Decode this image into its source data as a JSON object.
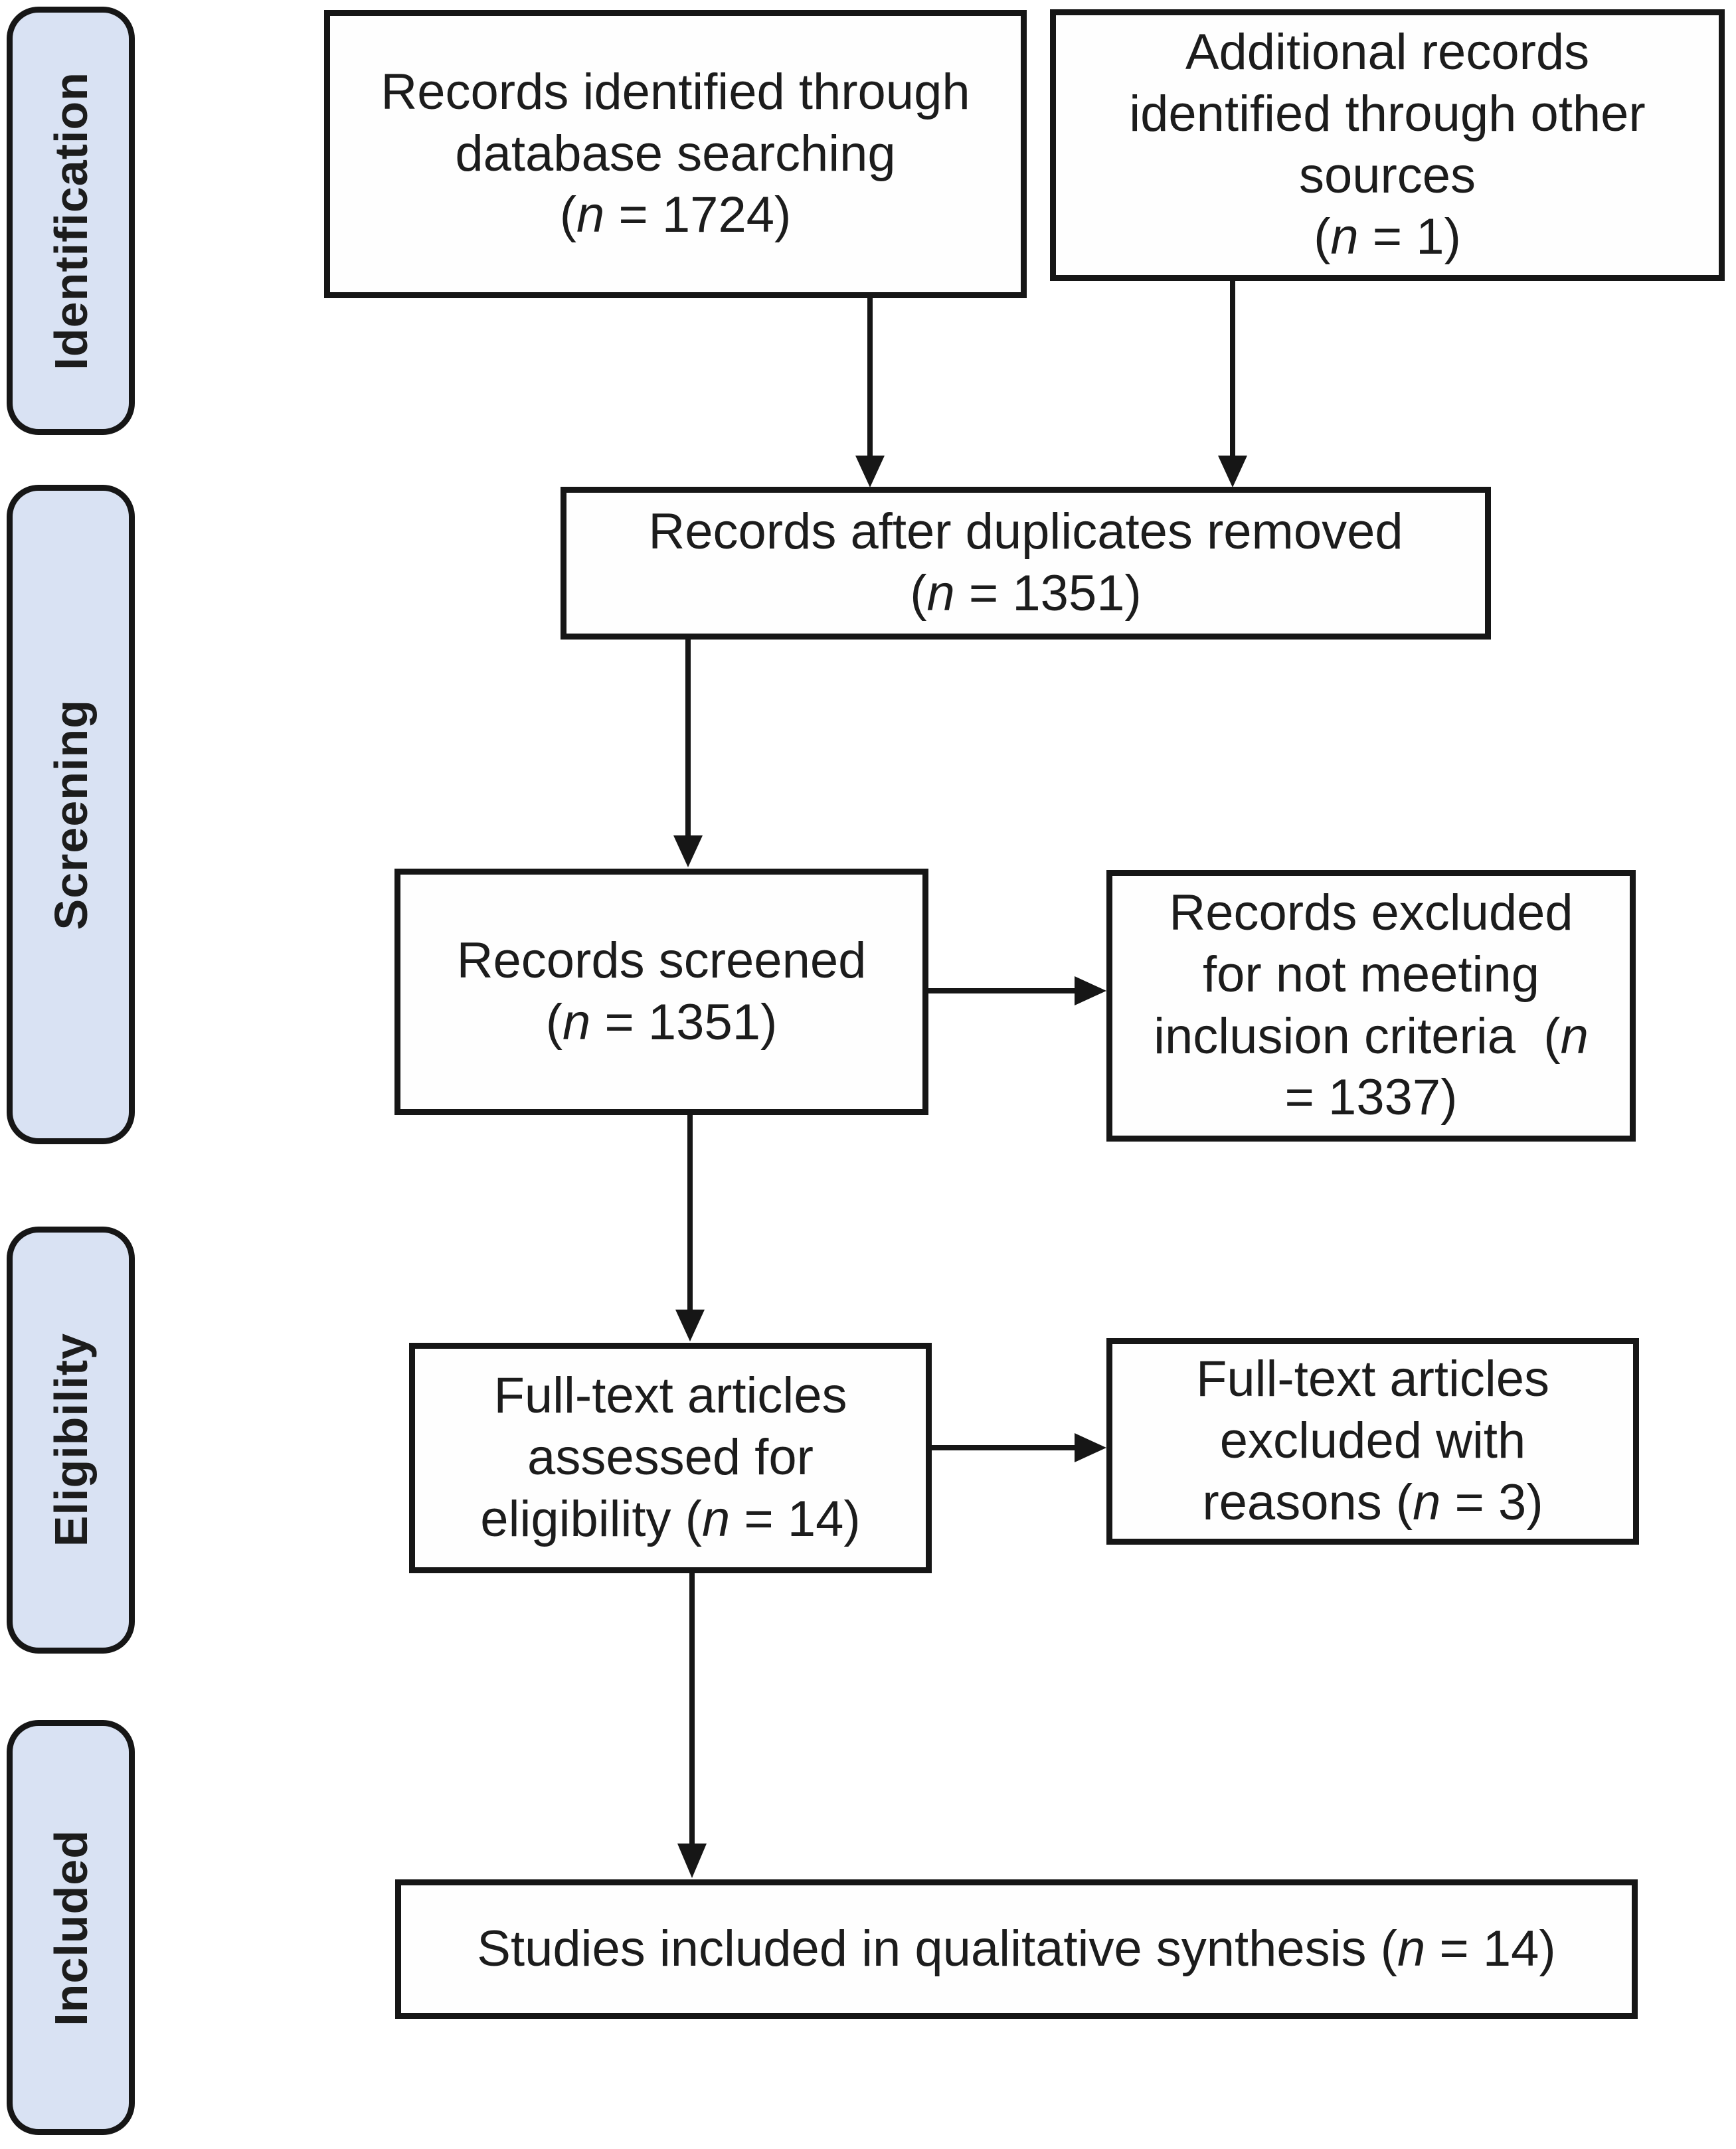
{
  "colors": {
    "stage_fill": "#d9e2f3",
    "line": "#161616",
    "text": "#1c1c1c",
    "box_fill": "#fefefe"
  },
  "stages": [
    {
      "label": "Identification"
    },
    {
      "label": "Screening"
    },
    {
      "label": "Eligibility"
    },
    {
      "label": "Included"
    }
  ],
  "boxes": [
    {
      "id": "records-identified",
      "lines": [
        [
          {
            "t": "Records identified through"
          }
        ],
        [
          {
            "t": "database searching"
          }
        ],
        [
          {
            "t": "("
          },
          {
            "t": "n",
            "i": 1
          },
          {
            "t": " = 1724)"
          }
        ]
      ]
    },
    {
      "id": "additional-records",
      "lines": [
        [
          {
            "t": "Additional records"
          }
        ],
        [
          {
            "t": "identified through other"
          }
        ],
        [
          {
            "t": "sources"
          }
        ],
        [
          {
            "t": "("
          },
          {
            "t": "n",
            "i": 1
          },
          {
            "t": " = 1)"
          }
        ]
      ]
    },
    {
      "id": "records-after-duplicates",
      "lines": [
        [
          {
            "t": "Records after duplicates removed"
          }
        ],
        [
          {
            "t": "("
          },
          {
            "t": "n",
            "i": 1
          },
          {
            "t": " = 1351)"
          }
        ]
      ]
    },
    {
      "id": "records-screened",
      "lines": [
        [
          {
            "t": "Records screened"
          }
        ],
        [
          {
            "t": "("
          },
          {
            "t": "n",
            "i": 1
          },
          {
            "t": " = 1351)"
          }
        ]
      ]
    },
    {
      "id": "records-excluded",
      "lines": [
        [
          {
            "t": "Records excluded"
          }
        ],
        [
          {
            "t": "for not meeting"
          }
        ],
        [
          {
            "t": "inclusion criteria  ("
          },
          {
            "t": "n",
            "i": 1
          }
        ],
        [
          {
            "t": "= 1337)"
          }
        ]
      ]
    },
    {
      "id": "fulltext-assessed",
      "lines": [
        [
          {
            "t": "Full-text articles"
          }
        ],
        [
          {
            "t": "assessed for"
          }
        ],
        [
          {
            "t": "eligibility ("
          },
          {
            "t": "n",
            "i": 1
          },
          {
            "t": " = 14)"
          }
        ]
      ]
    },
    {
      "id": "fulltext-excluded",
      "lines": [
        [
          {
            "t": "Full-text articles"
          }
        ],
        [
          {
            "t": "excluded with"
          }
        ],
        [
          {
            "t": "reasons ("
          },
          {
            "t": "n",
            "i": 1
          },
          {
            "t": " = 3)"
          }
        ]
      ]
    },
    {
      "id": "studies-included",
      "lines": [
        [
          {
            "t": "Studies included in qualitative synthesis ("
          },
          {
            "t": "n",
            "i": 1
          },
          {
            "t": " = 14)"
          }
        ]
      ]
    }
  ]
}
